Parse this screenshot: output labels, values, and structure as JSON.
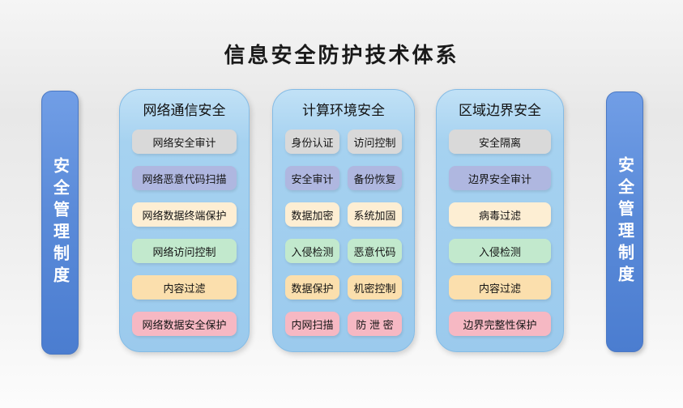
{
  "title": "信息安全防护技术体系",
  "left_bar": {
    "label": "安全管理制度"
  },
  "right_bar": {
    "label": "安全管理制度"
  },
  "columns": [
    {
      "id": "network-communication-security",
      "header": "网络通信安全",
      "type": "single",
      "items": [
        {
          "label": "网络安全审计",
          "color": "gray"
        },
        {
          "label": "网络恶意代码扫描",
          "color": "lavender"
        },
        {
          "label": "网络数据终端保护",
          "color": "cream"
        },
        {
          "label": "网络访问控制",
          "color": "green"
        },
        {
          "label": "内容过滤",
          "color": "peach"
        },
        {
          "label": "网络数据安全保护",
          "color": "pink"
        }
      ]
    },
    {
      "id": "computing-environment-security",
      "header": "计算环境安全",
      "type": "double",
      "rows": [
        {
          "color": "gray",
          "items": [
            "身份认证",
            "访问控制"
          ]
        },
        {
          "color": "lavender",
          "items": [
            "安全审计",
            "备份恢复"
          ]
        },
        {
          "color": "cream",
          "items": [
            "数据加密",
            "系统加固"
          ]
        },
        {
          "color": "green",
          "items": [
            "入侵检测",
            "恶意代码"
          ]
        },
        {
          "color": "peach",
          "items": [
            "数据保护",
            "机密控制"
          ]
        },
        {
          "color": "pink",
          "items": [
            "内网扫描",
            "防 泄 密"
          ]
        }
      ]
    },
    {
      "id": "regional-boundary-security",
      "header": "区域边界安全",
      "type": "single",
      "items": [
        {
          "label": "安全隔离",
          "color": "gray"
        },
        {
          "label": "边界安全审计",
          "color": "lavender"
        },
        {
          "label": "病毒过滤",
          "color": "cream"
        },
        {
          "label": "入侵检测",
          "color": "green"
        },
        {
          "label": "内容过滤",
          "color": "peach"
        },
        {
          "label": "边界完整性保护",
          "color": "pink"
        }
      ]
    }
  ],
  "palette": {
    "gray": "#d9d9d9",
    "lavender": "#afb7e0",
    "cream": "#fdeed3",
    "green": "#c2e9cd",
    "peach": "#fbdfad",
    "pink": "#f6b8c3",
    "bar_blue_top": "#719ee6",
    "bar_blue_bottom": "#4b7dd0",
    "panel_blue_top": "#c1e1f6",
    "panel_blue_bottom": "#9bcaed",
    "panel_border": "#84bbe5",
    "title_text": "#1a1a1a",
    "bar_text": "#ffffff"
  }
}
